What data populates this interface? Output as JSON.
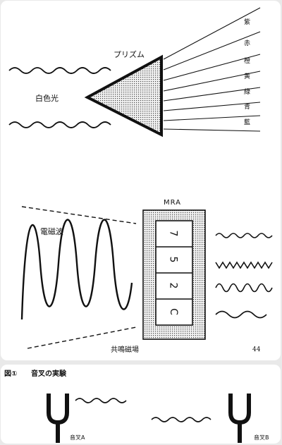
{
  "prism": {
    "title": "プリズム",
    "white_light": "白色光",
    "colors": [
      "紫",
      "赤",
      "橙",
      "黄",
      "緑",
      "青",
      "藍"
    ]
  },
  "mra": {
    "title": "MRA",
    "wave_label": "電磁波",
    "resonance_label": "共鳴磁場",
    "cells": [
      "7",
      "5",
      "2",
      "C"
    ],
    "page_number": "44"
  },
  "figure": {
    "label": "図①",
    "title": "音叉の実験",
    "fork_a": "音叉A",
    "fork_b": "音叉B"
  }
}
